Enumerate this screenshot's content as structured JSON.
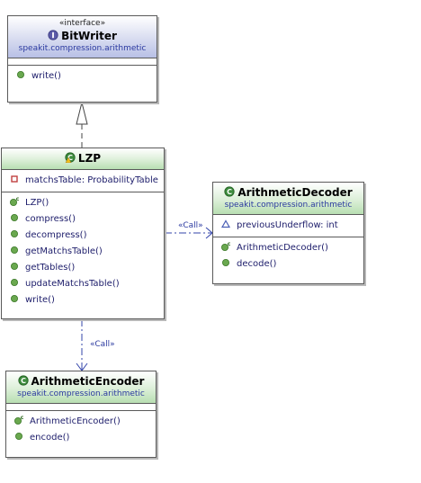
{
  "bitwriter": {
    "stereotype": "«interface»",
    "name": "BitWriter",
    "package": "speakit.compression.arithmetic",
    "methods": [
      "write()"
    ]
  },
  "lzp": {
    "name": "LZP",
    "fields": [
      "matchsTable: ProbabilityTable"
    ],
    "methods": [
      "LZP()",
      "compress()",
      "decompress()",
      "getMatchsTable()",
      "getTables()",
      "updateMatchsTable()",
      "write()"
    ]
  },
  "decoder": {
    "name": "ArithmeticDecoder",
    "package": "speakit.compression.arithmetic",
    "fields": [
      "previousUnderflow: int"
    ],
    "methods": [
      "ArithmeticDecoder()",
      "decode()"
    ]
  },
  "encoder": {
    "name": "ArithmeticEncoder",
    "package": "speakit.compression.arithmetic",
    "methods": [
      "ArithmeticEncoder()",
      "encode()"
    ]
  },
  "relations": {
    "call_decoder": "«Call»",
    "call_encoder": "«Call»"
  },
  "colors": {
    "border": "#5a5a5a",
    "method_dot": "#6aa84f",
    "interface_icon": "#5b5aa8",
    "class_icon": "#3d8c3d",
    "private_field": "#c04040",
    "package_field": "#4a5fb5"
  }
}
